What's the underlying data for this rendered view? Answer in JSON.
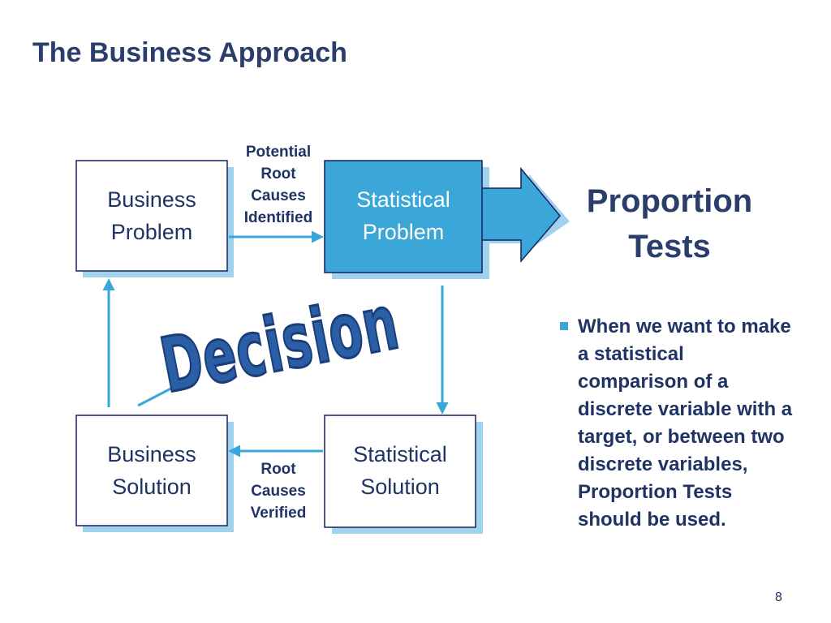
{
  "slide": {
    "title": "The Business Approach",
    "page_number": "8"
  },
  "diagram": {
    "boxes": {
      "business_problem": [
        "Business",
        "Problem"
      ],
      "statistical_problem": [
        "Statistical",
        "Problem"
      ],
      "business_solution": [
        "Business",
        "Solution"
      ],
      "statistical_solution": [
        "Statistical",
        "Solution"
      ]
    },
    "labels": {
      "potential_root_causes": [
        "Potential",
        "Root",
        "Causes",
        "Identified"
      ],
      "root_causes_verified": [
        "Root",
        "Causes",
        "Verified"
      ]
    },
    "decision_text": "Decision",
    "result": [
      "Proportion",
      "Tests"
    ]
  },
  "bullet": {
    "text": "When we want to make a statistical comparison of a discrete variable with a target, or between two discrete variables, Proportion Tests should be used."
  },
  "colors": {
    "title": "#2b3d6b",
    "accent": "#3aa7d8",
    "shadow": "#9fd2ec",
    "box_border": "#1b1f63",
    "decision": "#2a5fa6"
  }
}
